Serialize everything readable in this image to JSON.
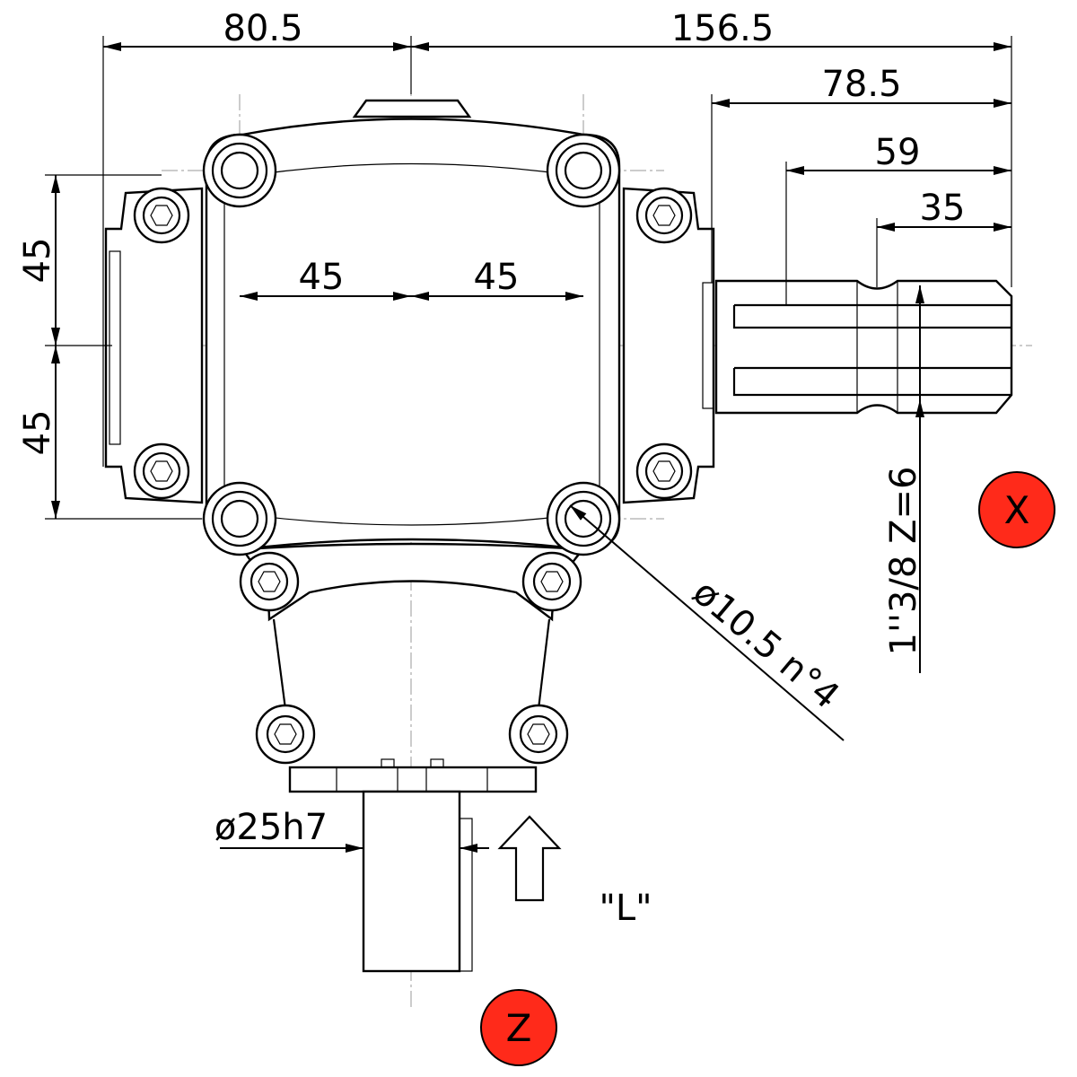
{
  "dimensions": {
    "left_width": "80.5",
    "right_width": "156.5",
    "shaft_total": "78.5",
    "shaft_spline": "59",
    "shaft_groove": "35",
    "hole_spacing_left": "45",
    "hole_spacing_right": "45",
    "hole_spacing_top": "45",
    "hole_spacing_bottom": "45",
    "hole_diameter": "ø10.5 n°4",
    "spline_spec": "1''3/8 Z=6",
    "input_shaft": "ø25h7",
    "view_label": "\"L\""
  },
  "markers": {
    "output": "X",
    "input": "Z",
    "marker_color": "#ff2a1a"
  }
}
